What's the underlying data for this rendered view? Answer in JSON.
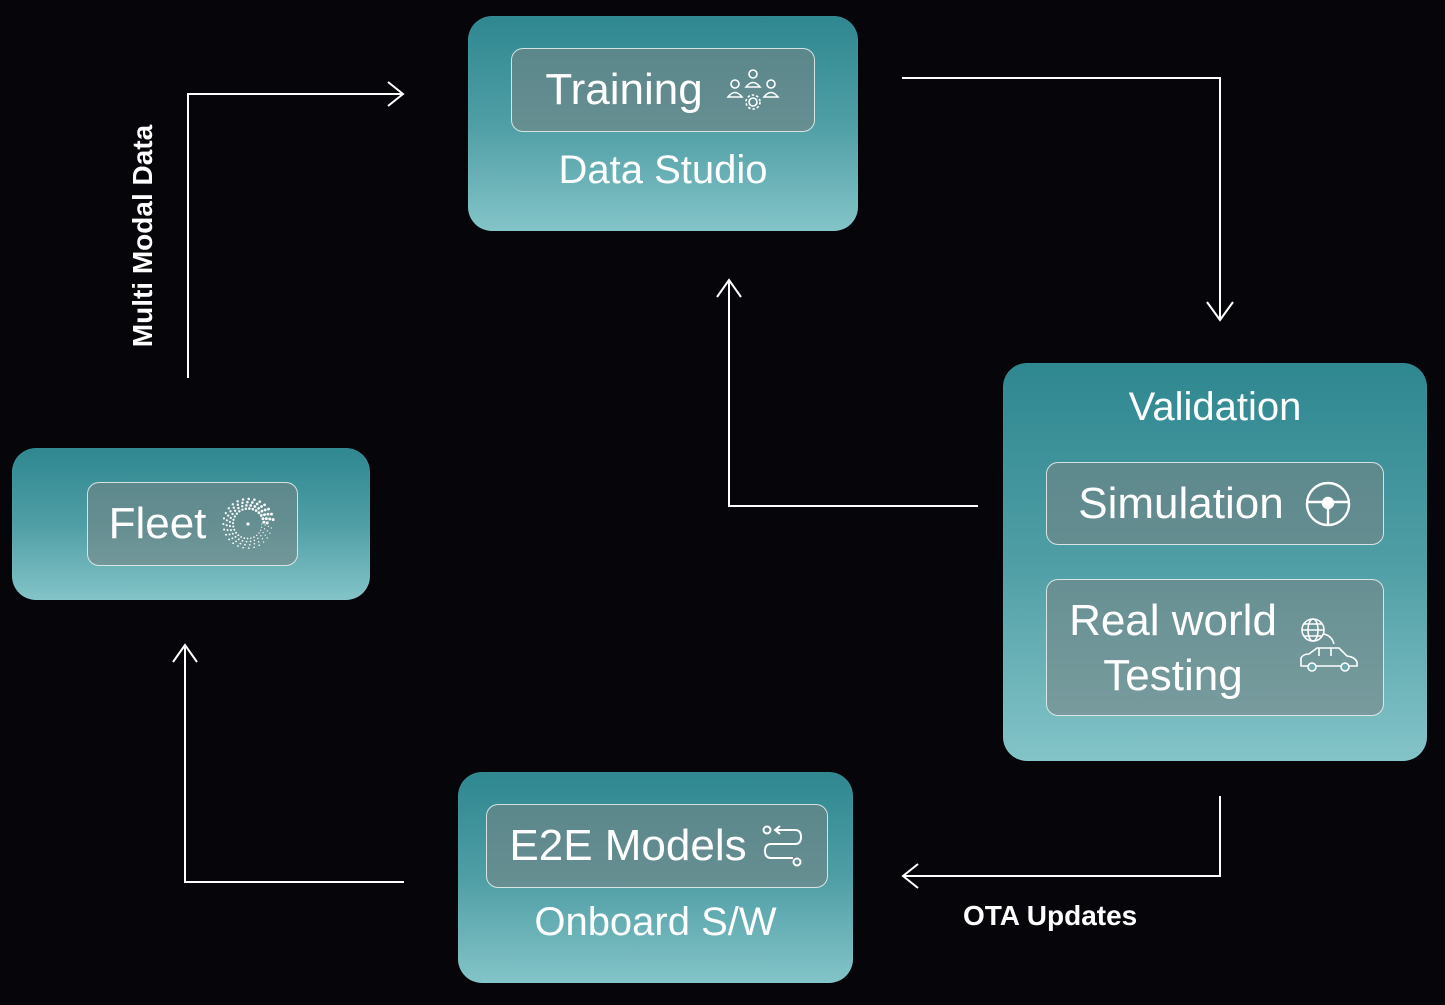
{
  "nodes": {
    "training": {
      "label": "Training",
      "caption": "Data Studio",
      "icon": "people-gear-icon"
    },
    "fleet": {
      "label": "Fleet",
      "icon": "dotted-spiral-icon"
    },
    "validation": {
      "title": "Validation",
      "simulation": {
        "label": "Simulation",
        "icon": "steering-wheel-icon"
      },
      "real_world": {
        "label_line1": "Real world",
        "label_line2": "Testing",
        "icon": "car-globe-icon"
      }
    },
    "onboard": {
      "label": "E2E Models",
      "caption": "Onboard S/W",
      "icon": "route-icon"
    }
  },
  "edges": {
    "multi_modal": "Multi Modal Data",
    "ota": "OTA Updates"
  },
  "colors": {
    "background": "#05050a",
    "box_top": "#2f8790",
    "box_bottom": "#83c4c8",
    "line": "#ffffff"
  }
}
